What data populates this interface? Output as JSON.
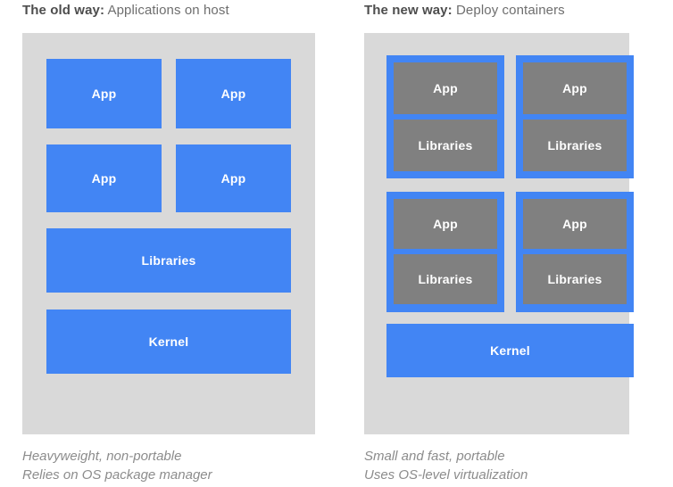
{
  "columns": [
    {
      "heading_lead": "The old way:",
      "heading_rest": " Applications on host",
      "boxes": {
        "app1": "App",
        "app2": "App",
        "app3": "App",
        "app4": "App",
        "libraries": "Libraries",
        "kernel": "Kernel"
      },
      "caption_line1": "Heavyweight, non-portable",
      "caption_line2": "Relies on OS package manager"
    },
    {
      "heading_lead": "The new way:",
      "heading_rest": " Deploy containers",
      "containers": [
        {
          "app": "App",
          "libraries": "Libraries"
        },
        {
          "app": "App",
          "libraries": "Libraries"
        },
        {
          "app": "App",
          "libraries": "Libraries"
        },
        {
          "app": "App",
          "libraries": "Libraries"
        }
      ],
      "kernel": "Kernel",
      "caption_line1": "Small and fast, portable",
      "caption_line2": "Uses OS-level virtualization"
    }
  ],
  "colors": {
    "blue": "#4285f4",
    "panel_gray": "#d9d9d9",
    "inner_gray": "#808080",
    "heading_bold": "#4d4d4d",
    "heading_text": "#6e6e6e",
    "caption_text": "#8c8c8c",
    "box_label": "#ffffff"
  }
}
